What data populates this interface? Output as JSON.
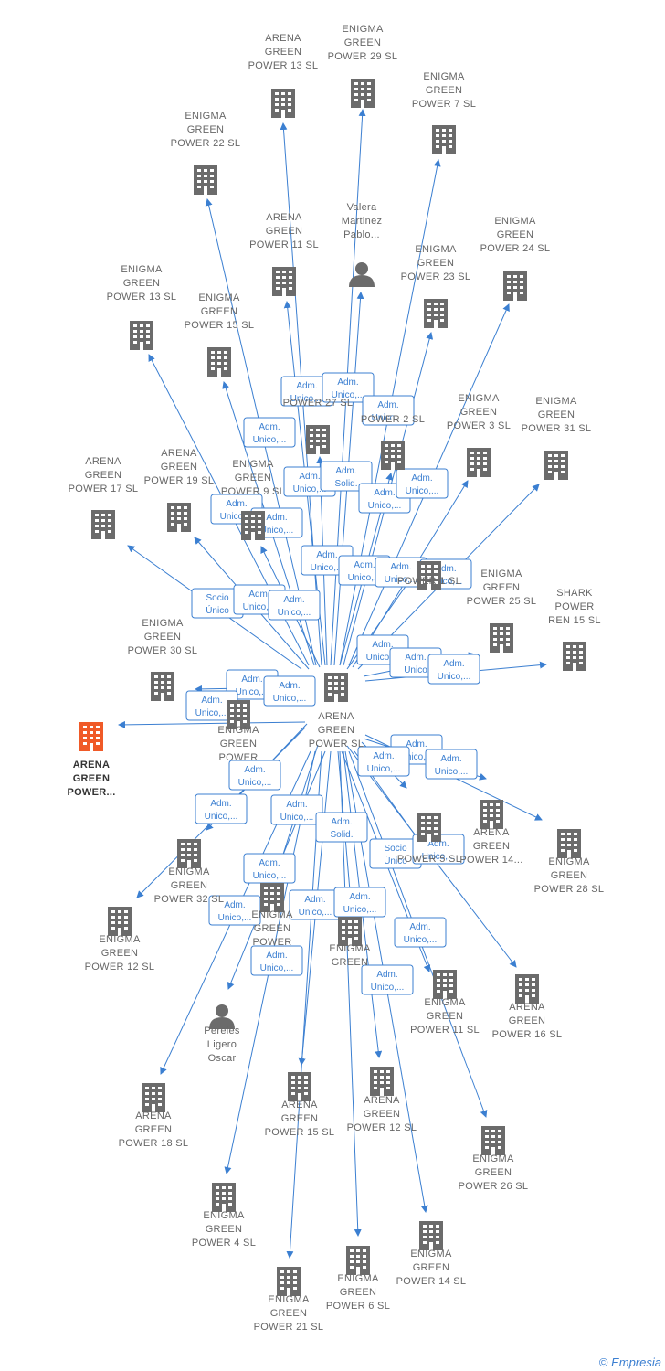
{
  "colors": {
    "edge": "#3b7fd1",
    "node": "#6b6b6b",
    "focus": "#f05a28"
  },
  "center": {
    "lines": [
      "ARENA",
      "GREEN",
      "POWER  SL"
    ]
  },
  "focus_node": {
    "lines": [
      "ARENA",
      "GREEN",
      "POWER..."
    ]
  },
  "nodes": [
    {
      "id": "n1",
      "type": "company",
      "lines": [
        "ARENA",
        "GREEN",
        "POWER 13  SL"
      ]
    },
    {
      "id": "n2",
      "type": "company",
      "lines": [
        "ENIGMA",
        "GREEN",
        "POWER 29  SL"
      ]
    },
    {
      "id": "n3",
      "type": "company",
      "lines": [
        "ENIGMA",
        "GREEN",
        "POWER 7  SL"
      ]
    },
    {
      "id": "n4",
      "type": "company",
      "lines": [
        "ENIGMA",
        "GREEN",
        "POWER 22  SL"
      ]
    },
    {
      "id": "n5",
      "type": "person",
      "lines": [
        "Valera",
        "Martinez",
        "Pablo..."
      ]
    },
    {
      "id": "n6",
      "type": "company",
      "lines": [
        "ARENA",
        "GREEN",
        "POWER 11  SL"
      ]
    },
    {
      "id": "n7",
      "type": "company",
      "lines": [
        "ENIGMA",
        "GREEN",
        "POWER 24  SL"
      ]
    },
    {
      "id": "n8",
      "type": "company",
      "lines": [
        "ENIGMA",
        "GREEN",
        "POWER 23  SL"
      ]
    },
    {
      "id": "n9",
      "type": "company",
      "lines": [
        "ENIGMA",
        "GREEN",
        "POWER 13  SL"
      ]
    },
    {
      "id": "n10",
      "type": "company",
      "lines": [
        "ENIGMA",
        "GREEN",
        "POWER 15  SL"
      ]
    },
    {
      "id": "n11",
      "type": "company",
      "lines": [
        "POWER 27  SL"
      ]
    },
    {
      "id": "n12",
      "type": "company",
      "lines": [
        "POWER 2  SL"
      ]
    },
    {
      "id": "n13",
      "type": "company",
      "lines": [
        "ENIGMA",
        "GREEN",
        "POWER 3  SL"
      ]
    },
    {
      "id": "n14",
      "type": "company",
      "lines": [
        "ENIGMA",
        "GREEN",
        "POWER 31  SL"
      ]
    },
    {
      "id": "n15",
      "type": "company",
      "lines": [
        "ARENA",
        "GREEN",
        "POWER 17  SL"
      ]
    },
    {
      "id": "n16",
      "type": "company",
      "lines": [
        "ARENA",
        "GREEN",
        "POWER 19  SL"
      ]
    },
    {
      "id": "n17",
      "type": "company",
      "lines": [
        "ENIGMA",
        "GREEN",
        "POWER 9  SL"
      ]
    },
    {
      "id": "n18",
      "type": "company",
      "lines": [
        "POWER 1  SL"
      ]
    },
    {
      "id": "n19",
      "type": "company",
      "lines": [
        "ENIGMA",
        "GREEN",
        "POWER 25  SL"
      ]
    },
    {
      "id": "n20",
      "type": "company",
      "lines": [
        "SHARK",
        "POWER",
        "REN 15  SL"
      ]
    },
    {
      "id": "n21",
      "type": "company",
      "lines": [
        "ENIGMA",
        "GREEN",
        "POWER 30  SL"
      ]
    },
    {
      "id": "n22",
      "type": "company",
      "lines": [
        "ENIGMA",
        "GREEN",
        "POWER"
      ]
    },
    {
      "id": "n23",
      "type": "company",
      "lines": [
        "POWER 5  SL"
      ]
    },
    {
      "id": "n24",
      "type": "company",
      "lines": [
        "ARENA",
        "GREEN",
        "POWER 14..."
      ]
    },
    {
      "id": "n25",
      "type": "company",
      "lines": [
        "ENIGMA",
        "GREEN",
        "POWER 28  SL"
      ]
    },
    {
      "id": "n26",
      "type": "company",
      "lines": [
        "ENIGMA",
        "GREEN",
        "POWER 32  SL"
      ]
    },
    {
      "id": "n27",
      "type": "company",
      "lines": [
        "ENIGMA",
        "GREEN",
        "POWER 12  SL"
      ]
    },
    {
      "id": "n28",
      "type": "company",
      "lines": [
        "ENIGMA",
        "GREEN",
        "POWER"
      ]
    },
    {
      "id": "n29",
      "type": "company",
      "lines": [
        "ENIGMA",
        "GREEN"
      ]
    },
    {
      "id": "n30",
      "type": "company",
      "lines": [
        "ENIGMA",
        "GREEN",
        "POWER 11  SL"
      ]
    },
    {
      "id": "n31",
      "type": "company",
      "lines": [
        "ARENA",
        "GREEN",
        "POWER 16  SL"
      ]
    },
    {
      "id": "n32",
      "type": "person",
      "lines": [
        "Pereles",
        "Ligero",
        "Oscar"
      ]
    },
    {
      "id": "n33",
      "type": "company",
      "lines": [
        "ARENA",
        "GREEN",
        "POWER 18  SL"
      ]
    },
    {
      "id": "n34",
      "type": "company",
      "lines": [
        "ARENA",
        "GREEN",
        "POWER 15  SL"
      ]
    },
    {
      "id": "n35",
      "type": "company",
      "lines": [
        "ARENA",
        "GREEN",
        "POWER 12  SL"
      ]
    },
    {
      "id": "n36",
      "type": "company",
      "lines": [
        "ENIGMA",
        "GREEN",
        "POWER 26  SL"
      ]
    },
    {
      "id": "n37",
      "type": "company",
      "lines": [
        "ENIGMA",
        "GREEN",
        "POWER 4  SL"
      ]
    },
    {
      "id": "n38",
      "type": "company",
      "lines": [
        "ENIGMA",
        "GREEN",
        "POWER 6  SL"
      ]
    },
    {
      "id": "n39",
      "type": "company",
      "lines": [
        "ENIGMA",
        "GREEN",
        "POWER 14  SL"
      ]
    },
    {
      "id": "n40",
      "type": "company",
      "lines": [
        "ENIGMA",
        "GREEN",
        "POWER 21  SL"
      ]
    }
  ],
  "edge_labels": [
    {
      "lines": [
        "Adm.",
        "Unico,..."
      ]
    },
    {
      "lines": [
        "Adm.",
        "Unico,..."
      ]
    },
    {
      "lines": [
        "Adm.",
        "Unico,..."
      ]
    },
    {
      "lines": [
        "Adm.",
        "Unico,..."
      ]
    },
    {
      "lines": [
        "Adm.",
        "Unico,..."
      ]
    },
    {
      "lines": [
        "Adm.",
        "Solid."
      ]
    },
    {
      "lines": [
        "Adm.",
        "Unico,..."
      ]
    },
    {
      "lines": [
        "Adm.",
        "Unico,..."
      ]
    },
    {
      "lines": [
        "Adm.",
        "Unico,..."
      ]
    },
    {
      "lines": [
        "Adm.",
        "Unico,..."
      ]
    },
    {
      "lines": [
        "Adm.",
        "Unico,..."
      ]
    },
    {
      "lines": [
        "Adm.",
        "Unico,..."
      ]
    },
    {
      "lines": [
        "Adm.",
        "Unico,..."
      ]
    },
    {
      "lines": [
        "Adm.",
        "Unico,..."
      ]
    },
    {
      "lines": [
        "Socio",
        "Único"
      ]
    },
    {
      "lines": [
        "Adm.",
        "Unico,..."
      ]
    },
    {
      "lines": [
        "Adm.",
        "Unico,..."
      ]
    },
    {
      "lines": [
        "Adm.",
        "Unico,..."
      ]
    },
    {
      "lines": [
        "Adm.",
        "Unico"
      ]
    },
    {
      "lines": [
        "Adm.",
        "Unico,..."
      ]
    },
    {
      "lines": [
        "Adm.",
        "Unico,..."
      ]
    },
    {
      "lines": [
        "Adm.",
        "Unico,..."
      ]
    },
    {
      "lines": [
        "Adm.",
        "Unico,..."
      ]
    },
    {
      "lines": [
        "Adm.",
        "Unico,..."
      ]
    },
    {
      "lines": [
        "Adm.",
        "Unico,..."
      ]
    },
    {
      "lines": [
        "Adm.",
        "Unico,..."
      ]
    },
    {
      "lines": [
        "Adm.",
        "Unico,..."
      ]
    },
    {
      "lines": [
        "Adm.",
        "Unico,..."
      ]
    },
    {
      "lines": [
        "Adm.",
        "Unico,..."
      ]
    },
    {
      "lines": [
        "Adm.",
        "Solid."
      ]
    },
    {
      "lines": [
        "Socio",
        "Único"
      ]
    },
    {
      "lines": [
        "Adm.",
        "Unico,..."
      ]
    },
    {
      "lines": [
        "Adm.",
        "Unico,..."
      ]
    },
    {
      "lines": [
        "Adm.",
        "Unico,..."
      ]
    },
    {
      "lines": [
        "Adm.",
        "Unico,..."
      ]
    },
    {
      "lines": [
        "Adm.",
        "Unico,..."
      ]
    },
    {
      "lines": [
        "Adm.",
        "Unico,..."
      ]
    },
    {
      "lines": [
        "Adm.",
        "Unico,..."
      ]
    },
    {
      "lines": [
        "Adm.",
        "Unico,..."
      ]
    }
  ],
  "footer": {
    "copyright": "©",
    "brand": "Empresia"
  }
}
